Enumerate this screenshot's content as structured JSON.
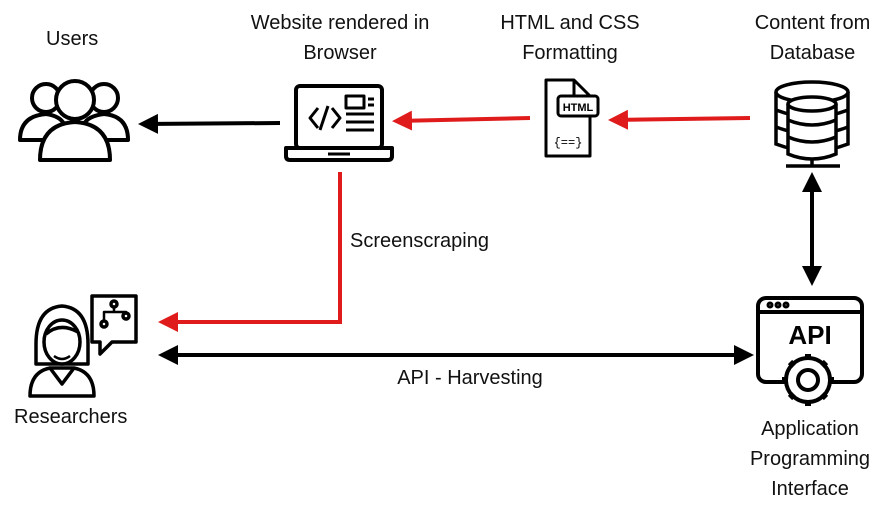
{
  "nodes": {
    "users": {
      "label": "Users"
    },
    "browser": {
      "label_line1": "Website rendered in",
      "label_line2": "Browser"
    },
    "html_css": {
      "label_line1": "HTML and CSS",
      "label_line2": "Formatting",
      "icon_text": "HTML",
      "icon_code": "{==}"
    },
    "database": {
      "label_line1": "Content from",
      "label_line2": "Database"
    },
    "researchers": {
      "label": "Researchers"
    },
    "api": {
      "label_line1": "Application",
      "label_line2": "Programming",
      "label_line3": "Interface",
      "icon_text": "API"
    }
  },
  "edges": {
    "screenscraping": {
      "label": "Screenscraping",
      "color": "#e01b1b"
    },
    "api_harvesting": {
      "label": "API - Harvesting",
      "color": "#000000"
    }
  },
  "colors": {
    "red_arrow": "#e01b1b",
    "black_arrow": "#000000"
  }
}
